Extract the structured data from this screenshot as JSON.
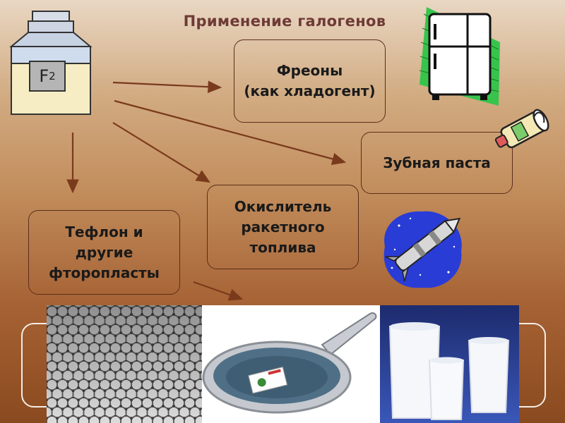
{
  "slide": {
    "title": "Применение галогенов",
    "element_label": "F",
    "element_subscript": "2",
    "boxes": {
      "freons": "Фреоны\n(как хладогент)",
      "toothpaste": "Зубная паста",
      "oxidizer": "Окислитель\nракетного\nтоплива",
      "teflon": "Тефлон и\nдругие\nфторопласты"
    },
    "icons": [
      "refrigerator-icon",
      "toothpaste-tube-icon",
      "rocket-icon",
      "fluorine-jar-icon"
    ],
    "photos": [
      "graphene-lattice-image",
      "teflon-frying-pan-image",
      "ptfe-beakers-image"
    ],
    "colors": {
      "title": "#6e3a36",
      "arrow": "#7a3a1c",
      "box_border": "#5a2e1a",
      "jar_liquid": "#f6edc4",
      "space_blue": "#2a3cd6"
    }
  }
}
